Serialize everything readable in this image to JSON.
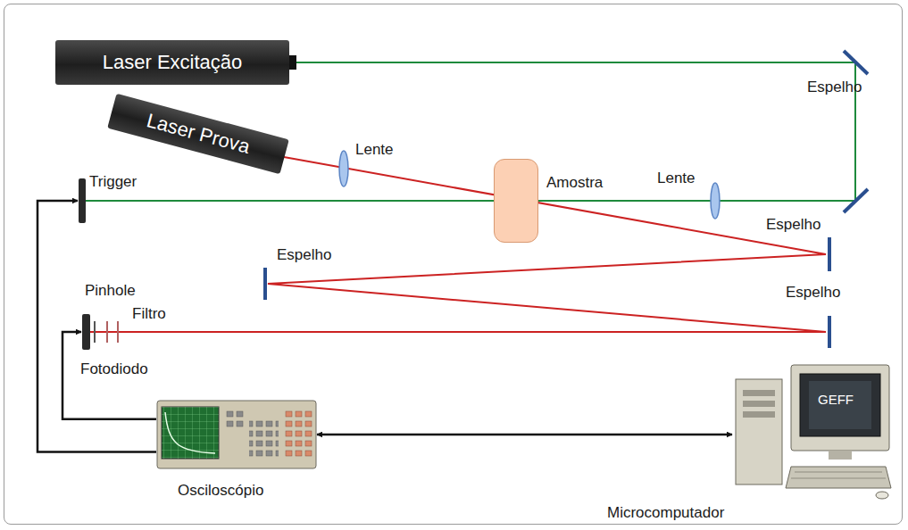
{
  "diagram": {
    "nodes": [
      {
        "text": [
          "Laser Excitação"
        ]
      },
      {
        "text": [
          "Laser Prova"
        ]
      },
      {
        "text": [
          "Amostra"
        ]
      },
      {
        "text": [
          "Trigger"
        ]
      },
      {
        "text": [
          "Fotodiodo"
        ]
      },
      {
        "text": [
          "Osciloscópio"
        ]
      },
      {
        "text": [
          "Microcomputador",
          "GEFF"
        ]
      }
    ],
    "edges": [
      {
        "from": 5,
        "to": 3,
        "arrow": "to"
      },
      {
        "from": 5,
        "to": 4,
        "arrow": "to"
      },
      {
        "from": 5,
        "to": 6,
        "arrow": "both"
      }
    ],
    "labels": [
      "Espelho",
      "Lente",
      "Lente",
      "Espelho",
      "Espelho",
      "Espelho",
      "Pinhole",
      "Filtro"
    ]
  }
}
